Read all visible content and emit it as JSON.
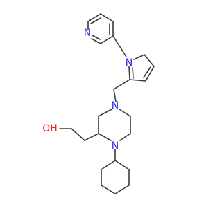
{
  "colors": {
    "bond": "#3a3a3a",
    "nitrogen": "#2a2ae6",
    "oxygen": "#e62020",
    "carbon": "#3a3a3a",
    "background": "#ffffff"
  },
  "atoms": {
    "n_pyridine": "N",
    "n_pyrrole": "N",
    "n_piperazine_upper": "N",
    "n_piperazine_lower": "N",
    "hydroxyl": "OH"
  }
}
